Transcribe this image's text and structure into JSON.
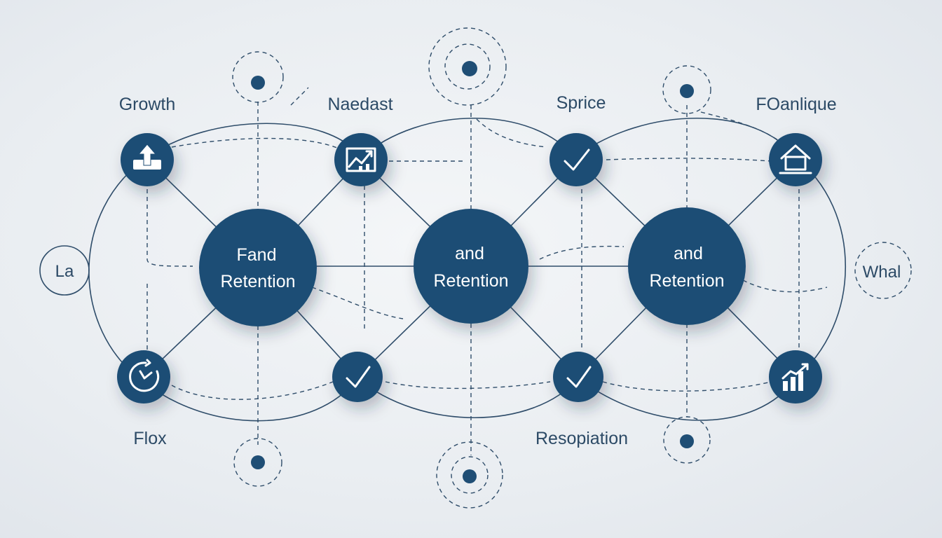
{
  "top_labels": {
    "growth": "Growth",
    "naedast": "Naedast",
    "sprice": "Sprice",
    "foanlique": "FOanlique"
  },
  "bottom_labels": {
    "flox": "Flox",
    "resopiation": "Resopiation"
  },
  "side_labels": {
    "left": "La",
    "right": "Whal"
  },
  "hubs": [
    {
      "line1": "Fand",
      "line2": "Retention"
    },
    {
      "line1": "and",
      "line2": "Retention"
    },
    {
      "line1": "and",
      "line2": "Retention"
    }
  ],
  "colors": {
    "node": "#1f4e75",
    "line": "#2f4d6a",
    "label": "#2c4a66",
    "background": "#eef1f4"
  },
  "icons": {
    "growth_node": "upload-arrow-icon",
    "naedast_node": "trend-chart-icon",
    "sprice_node": "checkmark-icon",
    "foanlique_node": "house-icon",
    "flox_node": "clock-cycle-icon",
    "mid_bottom_node": "checkmark-icon",
    "resopiation_node": "checkmark-icon",
    "right_bottom_node": "bar-chart-icon"
  }
}
